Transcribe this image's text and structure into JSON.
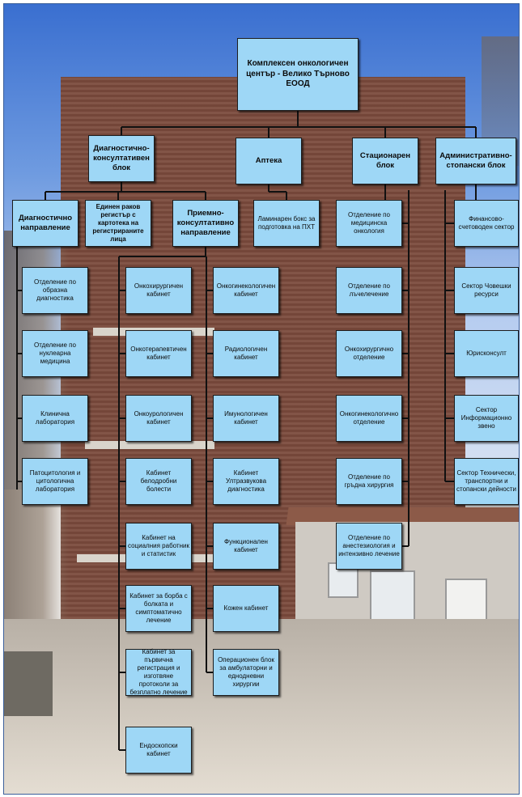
{
  "colors": {
    "box_fill": "#9ed7f6",
    "box_border": "#1d1d1d",
    "connector": "#111111"
  },
  "root": {
    "label": "Комплексен онкологичен център - Велико Търново ЕООД"
  },
  "level1": {
    "diag_cons": "Диагностично-консултативен блок",
    "apteka": "Аптека",
    "stacionar": "Стационарен блок",
    "admin": "Административно-стопански блок"
  },
  "level2": {
    "diag_napr": "Диагностично направление",
    "edinen_register": "Единен раков регистър с картотека на регистрираните лица",
    "priemno": "Приемно-консултативно направление",
    "laminaren": "Ламинарен бокс за подготовка на ПХТ",
    "otd_med_onko": "Отделение по медицинска онкология",
    "finans": "Финансово-счетоводен сектор"
  },
  "col_diag": [
    "Отделение по образна диагностика",
    "Отделение по нуклеарна медицина",
    "Клинична лаборатория",
    "Патоцитология и цитологична лаборатория"
  ],
  "col_priem_a": [
    "Онкохирургичен кабинет",
    "Онкотерапевтичен кабинет",
    "Онкоурологичен кабинет",
    "Кабинет белодробни болести",
    "Кабинет на социалния работник и статистик",
    "Кабинет за борба с болката и симптоматично лечение",
    "Кабинет за първична регистрация и изготвяне протоколи за безплатно лечение",
    "Ендоскопски кабинет"
  ],
  "col_priem_b": [
    "Онкогинекологичен кабинет",
    "Радиологичен кабинет",
    "Имунологичен кабинет",
    "Кабинет Ултразвукова диагностика",
    "Функционален кабинет",
    "Кожен кабинет",
    "Операционен блок за амбулаторни и еднодневни хирургии"
  ],
  "col_stac": [
    "Отделение по лъчелечение",
    "Онкохирургично отделение",
    "Онкогинекологично отделение",
    "Отделение по гръдна хирургия",
    "Отделение по анестезиология и интензивно лечение"
  ],
  "col_admin": [
    "Сектор Човешки ресурси",
    "Юрисконсулт",
    "Сектор Информационно звено",
    "Сектор Технически, транспортни и стопански дейности"
  ]
}
